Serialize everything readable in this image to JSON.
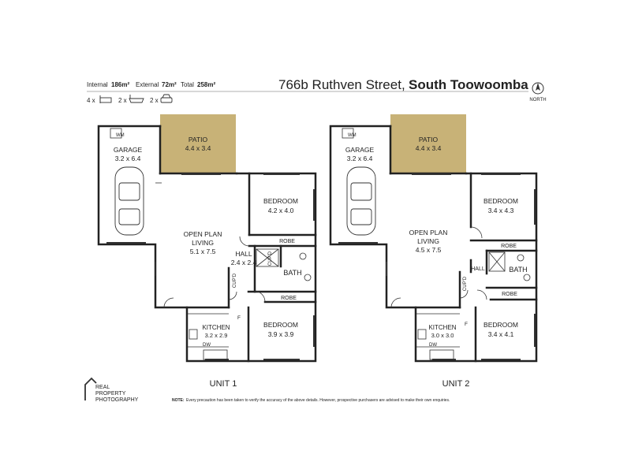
{
  "header": {
    "internal_label": "Internal",
    "internal_value": "186m²",
    "external_label": "External",
    "external_value": "72m²",
    "total_label": "Total",
    "total_value": "258m²",
    "street": "766b Ruthven Street,",
    "suburb": "South Toowoomba",
    "north_label": "NORTH",
    "beds_count": "4 x",
    "baths_count": "2 x",
    "cars_count": "2 x"
  },
  "units": [
    {
      "title": "UNIT 1",
      "rooms": {
        "patio_name": "PATIO",
        "patio_size": "4.4 x 3.4",
        "wm": "WM",
        "garage_name": "GARAGE",
        "garage_size": "3.2 x 6.4",
        "living_name1": "OPEN PLAN",
        "living_name2": "LIVING",
        "living_size": "5.1 x 7.5",
        "bed1_name": "BEDROOM",
        "bed1_size": "4.2 x 4.0",
        "robe1": "ROBE",
        "hall_name": "HALL",
        "hall_size": "2.4 x 2.4",
        "cupd1": "CUP'D",
        "cupd2": "CUP'D",
        "bath": "BATH",
        "robe2": "ROBE",
        "f": "F",
        "kitchen_name": "KITCHEN",
        "kitchen_size": "3.2 x 2.9",
        "dw": "DW",
        "bed2_name": "BEDROOM",
        "bed2_size": "3.9 x 3.9"
      }
    },
    {
      "title": "UNIT 2",
      "rooms": {
        "patio_name": "PATIO",
        "patio_size": "4.4 x 3.4",
        "wm": "WM",
        "garage_name": "GARAGE",
        "garage_size": "3.2 x 6.4",
        "living_name1": "OPEN PLAN",
        "living_name2": "LIVING",
        "living_size": "4.5 x 7.5",
        "bed1_name": "BEDROOM",
        "bed1_size": "3.4 x 4.3",
        "robe1": "ROBE",
        "hall_name": "HALL",
        "cupd1": "CUP'D",
        "bath": "BATH",
        "robe2": "ROBE",
        "f": "F",
        "kitchen_name": "KITCHEN",
        "kitchen_size": "3.0 x 3.0",
        "dw": "DW",
        "bed2_name": "BEDROOM",
        "bed2_size": "3.4 x 4.1"
      }
    }
  ],
  "logo": {
    "line1": "REAL",
    "line2": "PROPERTY",
    "line3": "PHOTOGRAPHY"
  },
  "note": {
    "label": "NOTE:",
    "text": "Every precaution has been taken to verify the accuracy of the above details. However, prospective purchasers are advised to make their own enquiries."
  },
  "colors": {
    "patio": "#c8b277",
    "wall": "#222222",
    "ink": "#333333"
  }
}
